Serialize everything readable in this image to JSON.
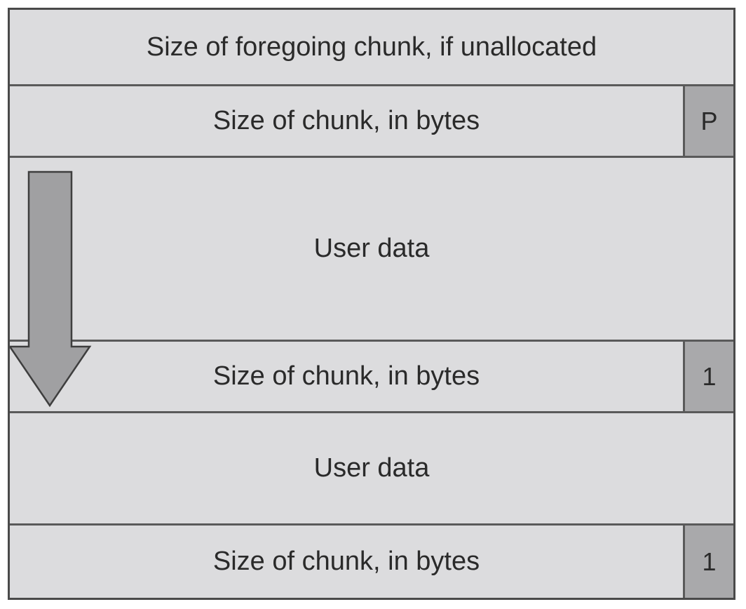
{
  "rows": {
    "prev_size": {
      "label": "Size of foregoing chunk, if unallocated"
    },
    "size_1": {
      "label": "Size of chunk, in bytes",
      "flag": "P"
    },
    "user_data_1": {
      "label": "User data"
    },
    "size_2": {
      "label": "Size of chunk, in bytes",
      "flag": "1"
    },
    "user_data_2": {
      "label": "User data"
    },
    "size_3": {
      "label": "Size of chunk, in bytes",
      "flag": "1"
    }
  },
  "colors": {
    "cell_fill": "#dcdcde",
    "flag_fill": "#a9a9ab",
    "arrow_fill": "#a0a0a2",
    "line": "#5a5a5a"
  },
  "icons": {
    "arrow": "arrow-down-icon"
  }
}
